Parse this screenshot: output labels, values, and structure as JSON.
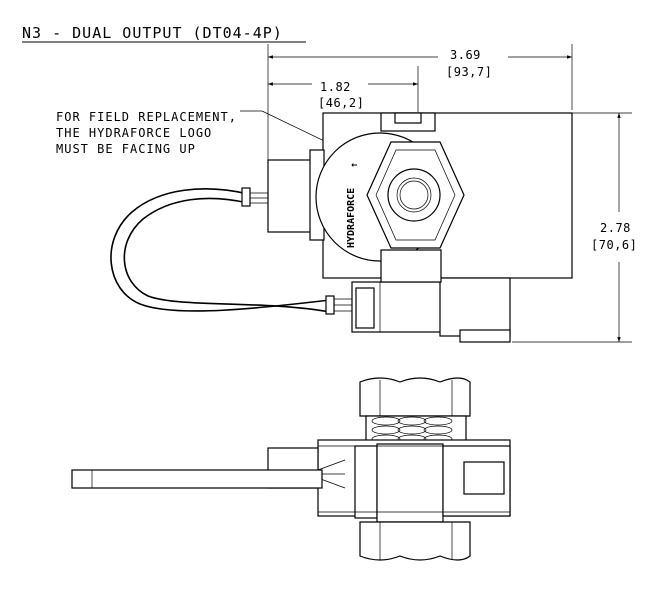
{
  "title": "N3 - DUAL OUTPUT (DT04-4P)",
  "dimensions": {
    "overall_width": {
      "inch": "3.69",
      "mm": "[93,7]"
    },
    "center_offset": {
      "inch": "1.82",
      "mm": "[46,2]"
    },
    "overall_height": {
      "inch": "2.78",
      "mm": "[70,6]"
    }
  },
  "note": {
    "line1": "FOR FIELD REPLACEMENT,",
    "line2": "THE HYDRAFORCE LOGO",
    "line3": "MUST BE FACING UP"
  },
  "logo_text": "HYDRAFORCE"
}
